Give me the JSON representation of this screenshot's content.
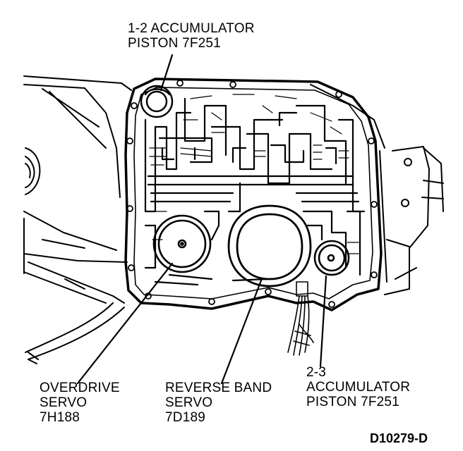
{
  "labels": {
    "acc12": [
      "1-2 ACCUMULATOR",
      "PISTON 7F251"
    ],
    "overdrive": [
      "OVERDRIVE",
      "SERVO",
      "7H188"
    ],
    "reverse": [
      "REVERSE BAND",
      "SERVO",
      "7D189"
    ],
    "acc23": [
      "2-3",
      "ACCUMULATOR",
      "PISTON 7F251"
    ]
  },
  "figure_code": "D10279-D",
  "colors": {
    "ink": "#000000",
    "paper": "#ffffff"
  }
}
